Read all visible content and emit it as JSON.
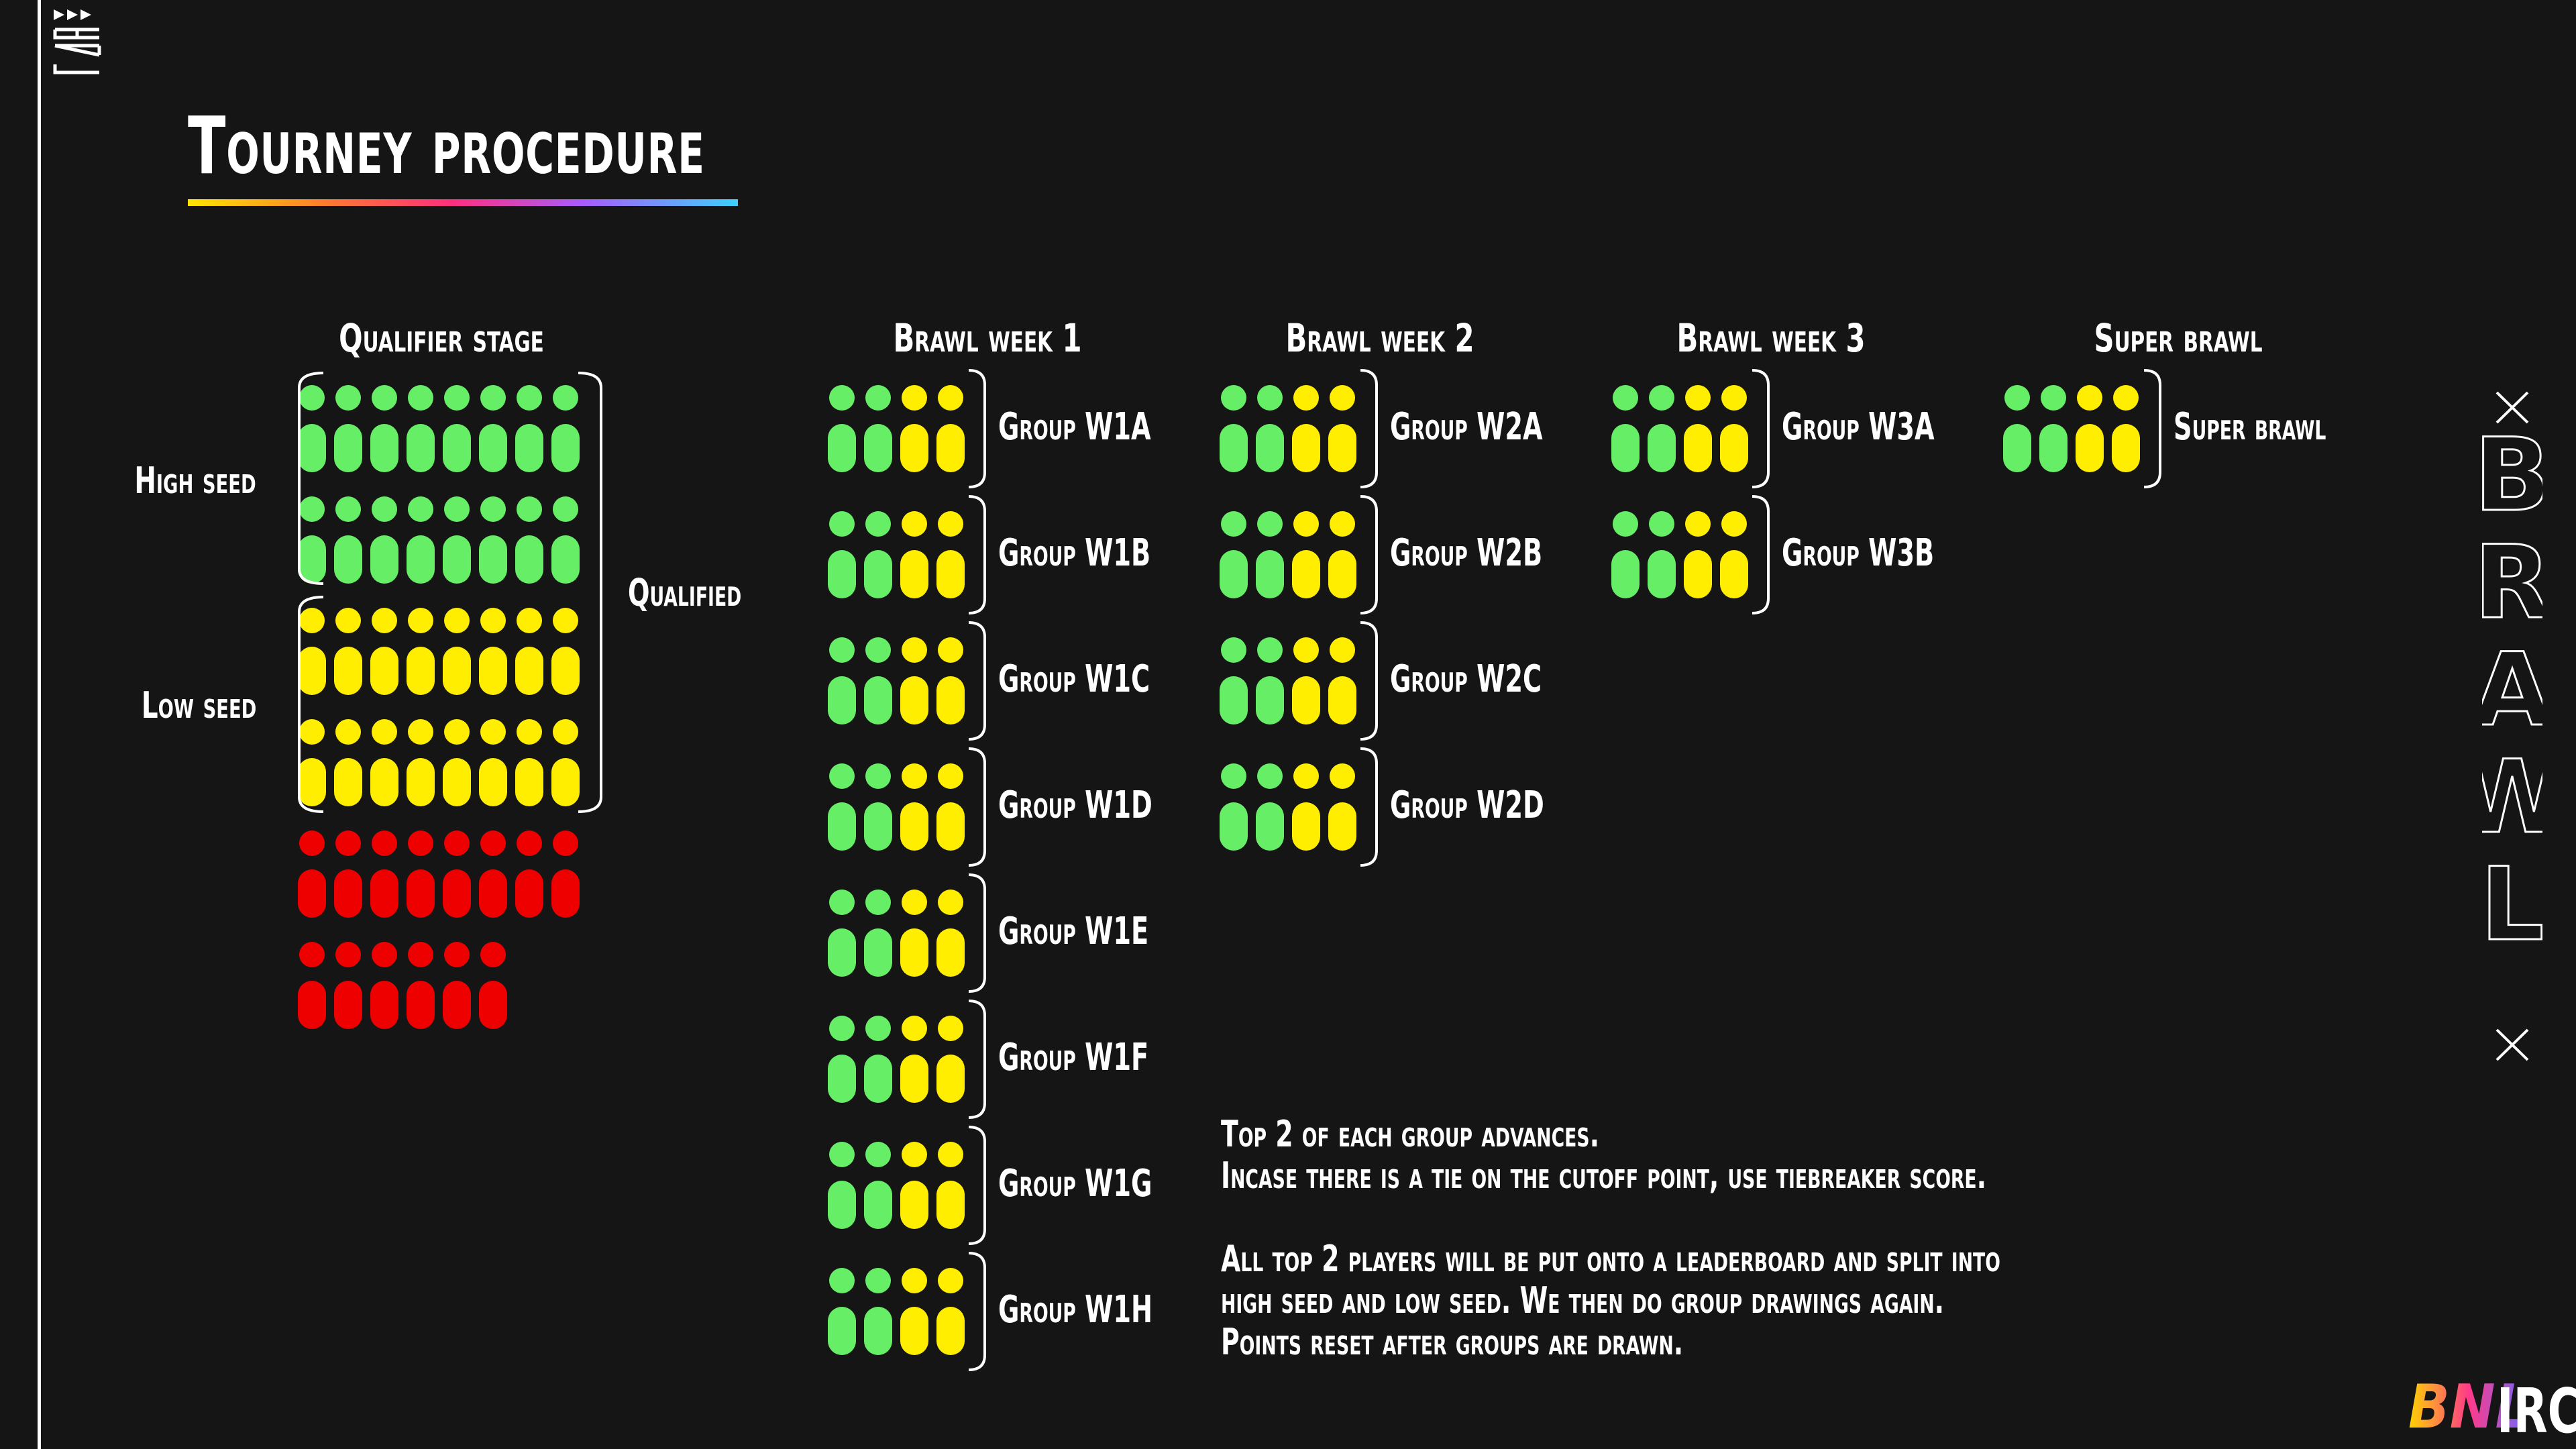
{
  "title": "Tourney procedure",
  "columns": {
    "qualifier": "Qualifier stage",
    "week1": "Brawl week 1",
    "week2": "Brawl week 2",
    "week3": "Brawl week 3",
    "super": "Super brawl"
  },
  "labels": {
    "high_seed": "High seed",
    "low_seed": "Low seed",
    "qualified": "Qualified"
  },
  "groups": {
    "week1": [
      "Group W1A",
      "Group W1B",
      "Group W1C",
      "Group W1D",
      "Group W1E",
      "Group W1F",
      "Group W1G",
      "Group W1H"
    ],
    "week2": [
      "Group W2A",
      "Group W2B",
      "Group W2C",
      "Group W2D"
    ],
    "week3": [
      "Group W3A",
      "Group W3B"
    ],
    "super": [
      "Super brawl"
    ]
  },
  "notes": {
    "line1": "Top 2 of each group advances.",
    "line2": "Incase there is a tie on the cutoff point, use tiebreaker score.",
    "line3": "All top 2 players will be put onto a leaderboard and split into",
    "line4": "high seed and low seed. We then do group drawings again.",
    "line5": "Points reset after groups are drawn."
  },
  "side_text": "BRAWL",
  "brand": {
    "logo": "BNL",
    "irc": "IRC"
  },
  "colors": {
    "advance": "#66ee66",
    "seed": "#ffee00",
    "eliminated": "#ee0000",
    "background": "#151515"
  }
}
